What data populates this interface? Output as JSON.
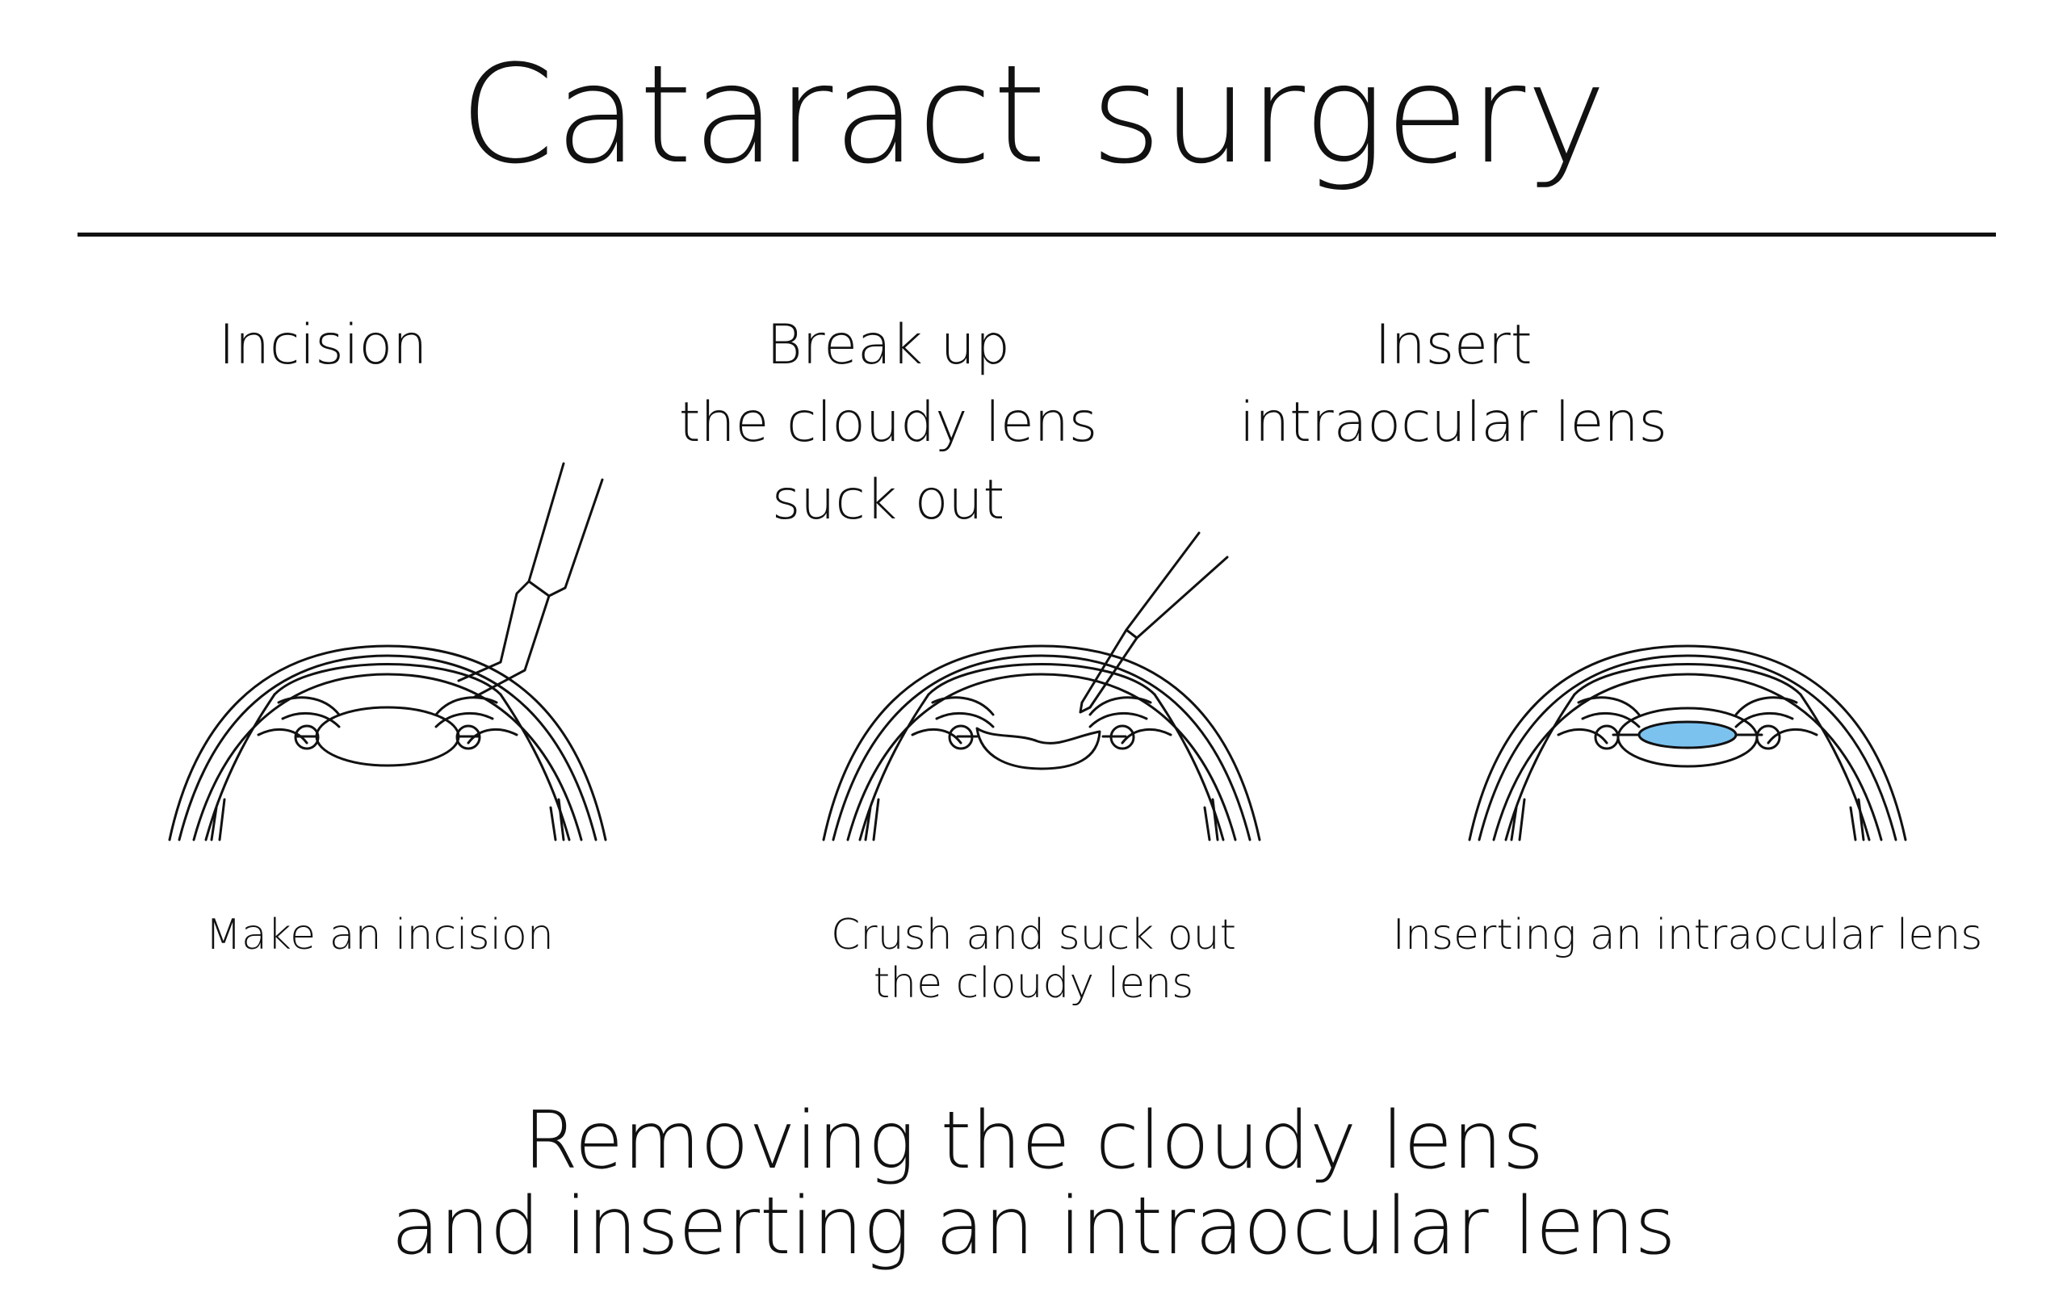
{
  "title": "Cataract surgery",
  "steps": [
    {
      "heading": [
        "Incision"
      ],
      "caption": [
        "Make an incision"
      ]
    },
    {
      "heading": [
        "Break up",
        "the cloudy lens",
        "suck out"
      ],
      "caption": [
        "Crush and suck out",
        "the cloudy lens"
      ]
    },
    {
      "heading": [
        "Insert",
        "intraocular lens"
      ],
      "caption": [
        "Inserting an intraocular lens"
      ]
    }
  ],
  "summary": [
    "Removing the cloudy lens",
    "and inserting an intraocular lens"
  ],
  "colors": {
    "line": "#111111",
    "intraocular_lens_fill": "#7cc2ef",
    "background": "#ffffff"
  }
}
